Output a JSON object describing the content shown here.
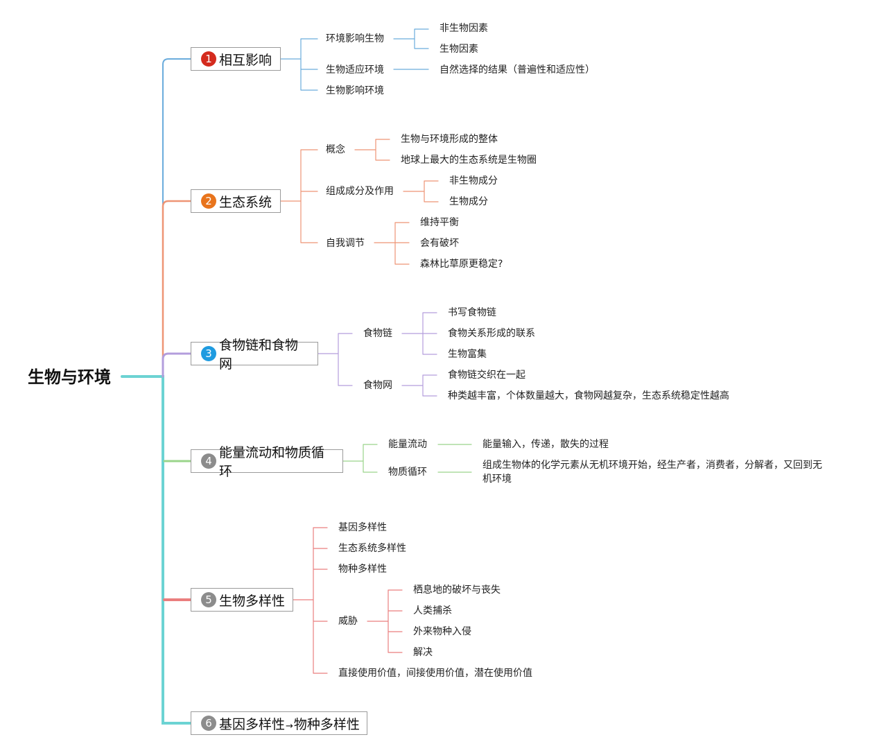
{
  "root": "生物与环境",
  "branches": [
    {
      "num": "1",
      "label": "相互影响",
      "badge_color": "#d42b1e",
      "line_color": "#6aacdc",
      "children": [
        {
          "label": "环境影响生物",
          "children": [
            "非生物因素",
            "生物因素"
          ]
        },
        {
          "label": "生物适应环境",
          "children": [
            "自然选择的结果（普遍性和适应性）"
          ]
        },
        {
          "label": "生物影响环境",
          "children": []
        }
      ]
    },
    {
      "num": "2",
      "label": "生态系统",
      "badge_color": "#e8741c",
      "line_color": "#ee9474",
      "children": [
        {
          "label": "概念",
          "children": [
            "生物与环境形成的整体",
            "地球上最大的生态系统是生物圈"
          ]
        },
        {
          "label": "组成成分及作用",
          "children": [
            "非生物成分",
            "生物成分"
          ]
        },
        {
          "label": "自我调节",
          "children": [
            "维持平衡",
            "会有破坏",
            "森林比草原更稳定?"
          ]
        }
      ]
    },
    {
      "num": "3",
      "label": "食物链和食物网",
      "badge_color": "#1f9be0",
      "line_color": "#b39ddc",
      "children": [
        {
          "label": "食物链",
          "children": [
            "书写食物链",
            "食物关系形成的联系",
            "生物富集"
          ]
        },
        {
          "label": "食物网",
          "children": [
            "食物链交织在一起",
            "种类越丰富，个体数量越大，食物网越复杂，生态系统稳定性越高"
          ]
        }
      ]
    },
    {
      "num": "4",
      "label": "能量流动和物质循环",
      "badge_color": "#8c8c8c",
      "line_color": "#9ad48a",
      "children": [
        {
          "label": "能量流动",
          "children": [
            "能量输入，传递，散失的过程"
          ]
        },
        {
          "label": "物质循环",
          "children": [
            "组成生物体的化学元素从无机环境开始，经生产者，消费者，分解者，又回到无机环境"
          ]
        }
      ]
    },
    {
      "num": "5",
      "label": "生物多样性",
      "badge_color": "#8c8c8c",
      "line_color": "#ea7e7e",
      "children": [
        {
          "label": "基因多样性",
          "children": []
        },
        {
          "label": "生态系统多样性",
          "children": []
        },
        {
          "label": "物种多样性",
          "children": []
        },
        {
          "label": "威胁",
          "children": [
            "栖息地的破坏与丧失",
            "人类捕杀",
            "外来物种入侵",
            "解决"
          ]
        },
        {
          "label": "直接使用价值，间接使用价值，潜在使用价值",
          "children": []
        }
      ]
    },
    {
      "num": "6",
      "label_a": "基因多样性",
      "arrow": "→",
      "label_b": "物种多样性",
      "badge_color": "#8c8c8c",
      "line_color": "#6cd3d3",
      "children": []
    }
  ],
  "colors": {
    "trunk": "#6cd3d3"
  }
}
